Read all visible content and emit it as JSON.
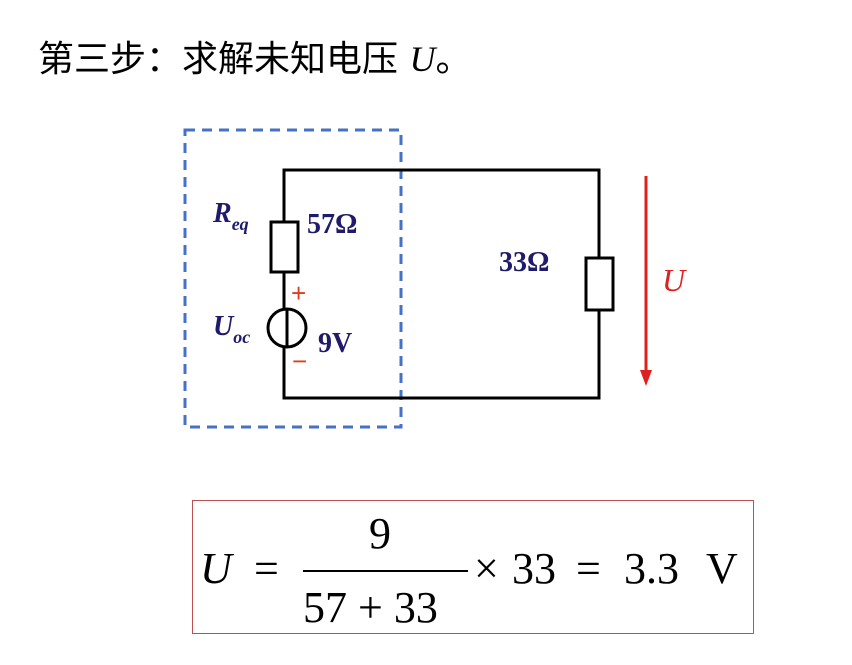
{
  "title": {
    "text": "第三步：求解未知电压 ",
    "var": "U",
    "end": "。"
  },
  "circuit": {
    "req_label_main": "R",
    "req_label_sub": "eq",
    "req_value": "57Ω",
    "uoc_label_main": "U",
    "uoc_label_sub": "oc",
    "source_value": "9V",
    "plus": "+",
    "minus": "−",
    "load_value": "33Ω",
    "voltage_label": "U",
    "colors": {
      "wire": "#000000",
      "label": "#1f1a6b",
      "polarity": "#e03c1e",
      "arrow": "#e0201e",
      "box": "#4472c4"
    }
  },
  "formula": {
    "lhs": "U",
    "eq1": "=",
    "numerator": "9",
    "denominator": "57 + 33",
    "times": "×",
    "factor": "33",
    "eq2": "=",
    "result": "3.3",
    "unit": "V"
  }
}
